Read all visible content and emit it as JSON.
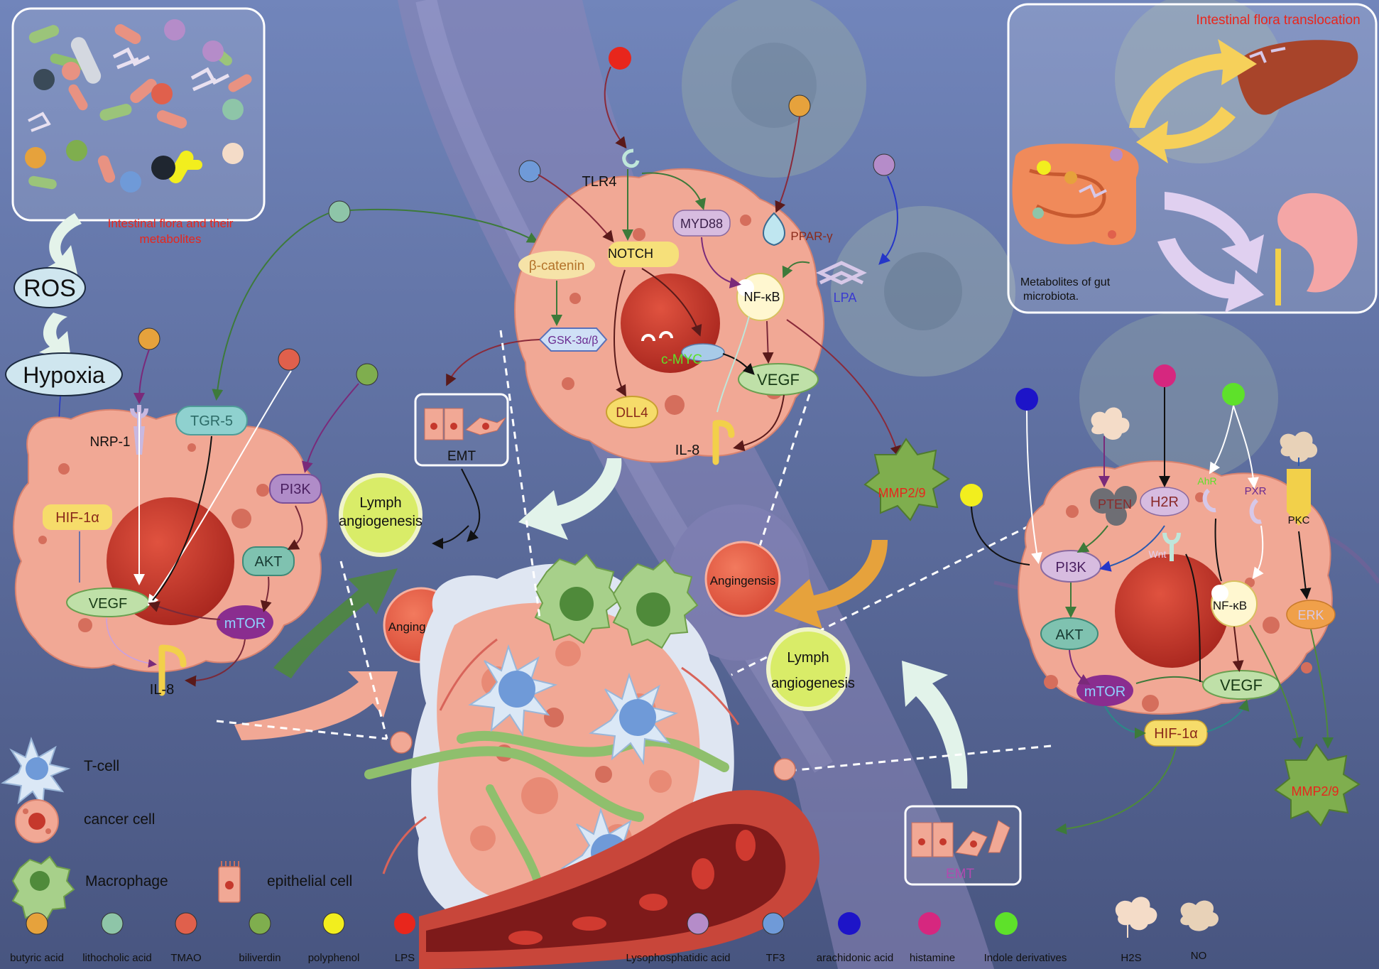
{
  "labels": {
    "flora_caption_1": "Intestinal flora and their",
    "flora_caption_2": "metabolites",
    "ros": "ROS",
    "hypoxia": "Hypoxia",
    "translocation_title": "Intestinal flora translocation",
    "gut_metabolites_1": "Metabolites of gut",
    "gut_metabolites_2": "microbiota.",
    "nrp1": "NRP-1",
    "tgr5": "TGR-5",
    "hif1a": "HIF-1α",
    "pi3k": "PI3K",
    "akt": "AKT",
    "mtor": "mTOR",
    "vegf": "VEGF",
    "il8": "IL-8",
    "lymph": "Lymph",
    "angiogenesis": "angiogenesis",
    "angingensis": "Angingensis",
    "emt": "EMT",
    "tlr4": "TLR4",
    "myd88": "MYD88",
    "ppar": "PPAR-γ",
    "notch": "NOTCH",
    "beta_catenin": "β-catenin",
    "nfkb": "NF-κB",
    "lpa": "LPA",
    "gsk": "GSK-3α/β",
    "cmyc": "c-MYC",
    "dll4": "DLL4",
    "mmp": "MMP2/9",
    "pten": "PTEN",
    "h2r": "H2R",
    "ahr": "AhR",
    "pxr": "PXR",
    "pkc": "PKC",
    "wnt": "Wnt",
    "erk": "ERK"
  },
  "legend": {
    "cells": [
      {
        "name": "T-cell"
      },
      {
        "name": "cancer cell"
      },
      {
        "name": "Macrophage"
      },
      {
        "name": "epithelial cell"
      }
    ],
    "metabolites": [
      {
        "name": "butyric acid",
        "color": "#e6a23c"
      },
      {
        "name": "lithocholic acid",
        "color": "#8ec5a8"
      },
      {
        "name": "TMAO",
        "color": "#e0604c"
      },
      {
        "name": "biliverdin",
        "color": "#7fae4e"
      },
      {
        "name": "polyphenol",
        "color": "#f2ee1e"
      },
      {
        "name": "LPS",
        "color": "#e8261c"
      },
      {
        "name": "Lysophosphatidic acid",
        "color": "#b58cc9"
      },
      {
        "name": "TF3",
        "color": "#6f9ad8"
      },
      {
        "name": "arachidonic acid",
        "color": "#1d14c8"
      },
      {
        "name": "histamine",
        "color": "#d6277f"
      },
      {
        "name": "Indole derivatives",
        "color": "#5ee12a"
      },
      {
        "name": "H2S",
        "color": "#f4dcc8"
      },
      {
        "name": "NO",
        "color": "#e8d2b8"
      }
    ]
  },
  "colors": {
    "background_top": "#6f83b8",
    "background_bottom": "#4a5880",
    "cancer_cell": "#f1a895",
    "nucleus": "#c5382c",
    "caption_red": "#e8261c"
  }
}
